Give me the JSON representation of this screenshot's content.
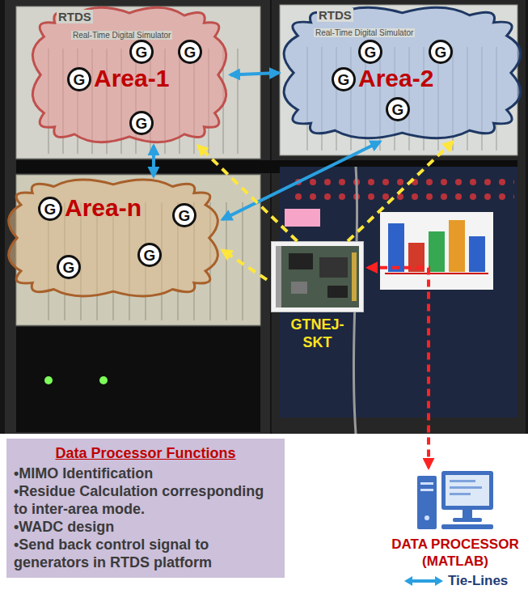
{
  "diagram": {
    "nodes": [
      {
        "text": [
          "Area-1"
        ]
      },
      {
        "text": [
          "G"
        ],
        "in": 0
      },
      {
        "text": [
          "G"
        ],
        "in": 0
      },
      {
        "text": [
          "G"
        ],
        "in": 0
      },
      {
        "text": [
          "G"
        ],
        "in": 0
      },
      {
        "text": [
          "Area-2"
        ]
      },
      {
        "text": [
          "G"
        ],
        "in": 5
      },
      {
        "text": [
          "G"
        ],
        "in": 5
      },
      {
        "text": [
          "G"
        ],
        "in": 5
      },
      {
        "text": [
          "G"
        ],
        "in": 5
      },
      {
        "text": [
          "Area-n"
        ]
      },
      {
        "text": [
          "G"
        ],
        "in": 10
      },
      {
        "text": [
          "G"
        ],
        "in": 10
      },
      {
        "text": [
          "G"
        ],
        "in": 10
      },
      {
        "text": [
          "G"
        ],
        "in": 10
      },
      {
        "text": [
          "GTNEJ-SKT"
        ]
      },
      {
        "text": [
          "Data Processor Functions",
          "•MIMO Identification",
          "•Residue Calculation corresponding to inter-area mode.",
          "•WADC design",
          "•Send back control signal to generators in RTDS platform"
        ]
      },
      {
        "text": [
          "DATA PROCESSOR (MATLAB)"
        ]
      }
    ],
    "edges": [
      {
        "from": 0,
        "to": 5,
        "arrow": "both"
      },
      {
        "from": 0,
        "to": 10,
        "arrow": "both"
      },
      {
        "from": 5,
        "to": 10,
        "arrow": "both"
      },
      {
        "from": 15,
        "to": 0,
        "arrow": "to"
      },
      {
        "from": 15,
        "to": 5,
        "arrow": "to"
      },
      {
        "from": 15,
        "to": 10,
        "arrow": "to"
      },
      {
        "from": 15,
        "to": 17,
        "arrow": "both"
      }
    ],
    "labels": [
      "RTDS",
      "Real-Time Digital Simulator",
      "RTDS",
      "Real-Time Digital Simulator"
    ],
    "legend": [
      {
        "text": "Tie-Lines"
      }
    ]
  }
}
